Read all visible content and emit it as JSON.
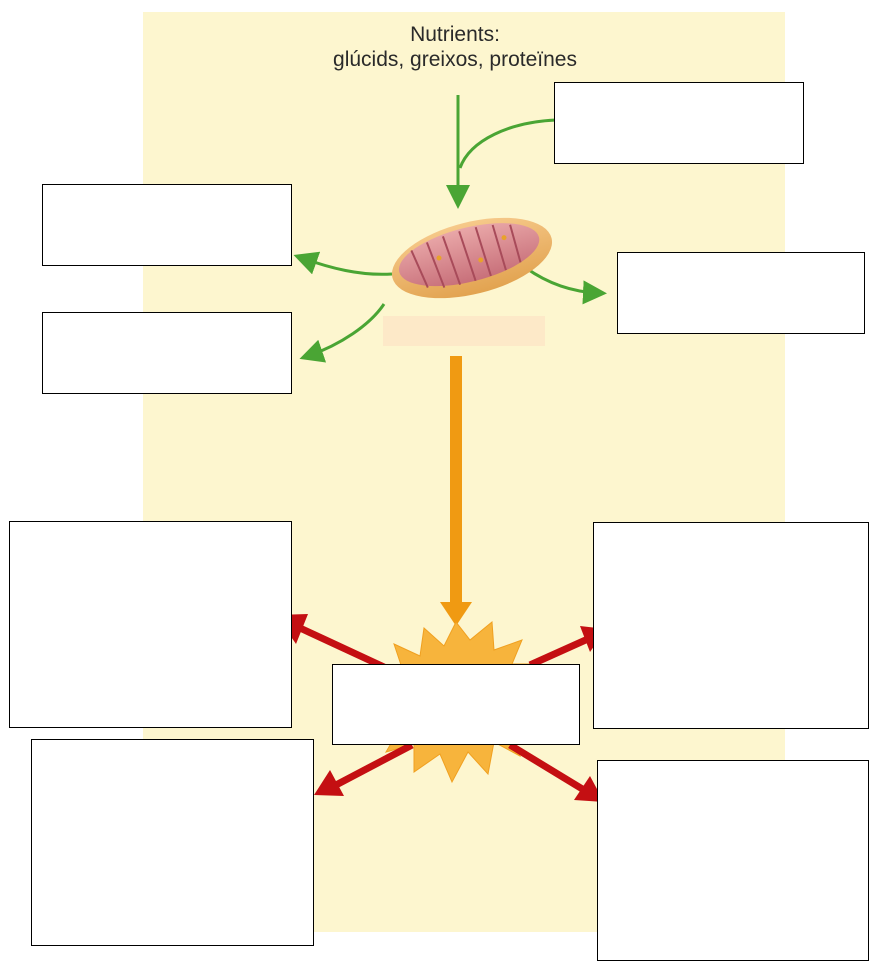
{
  "diagram": {
    "title_line1": "Nutrients:",
    "title_line2": "glúcids, greixos, proteïnes",
    "colors": {
      "background_panel": "#fdf6cf",
      "green_arrow": "#4aa534",
      "orange_arrow": "#f09a12",
      "red_arrow": "#c40f12",
      "explosion": "#f7b43c"
    },
    "icons": [
      "mitochondrion-illustration",
      "energy-burst"
    ]
  }
}
